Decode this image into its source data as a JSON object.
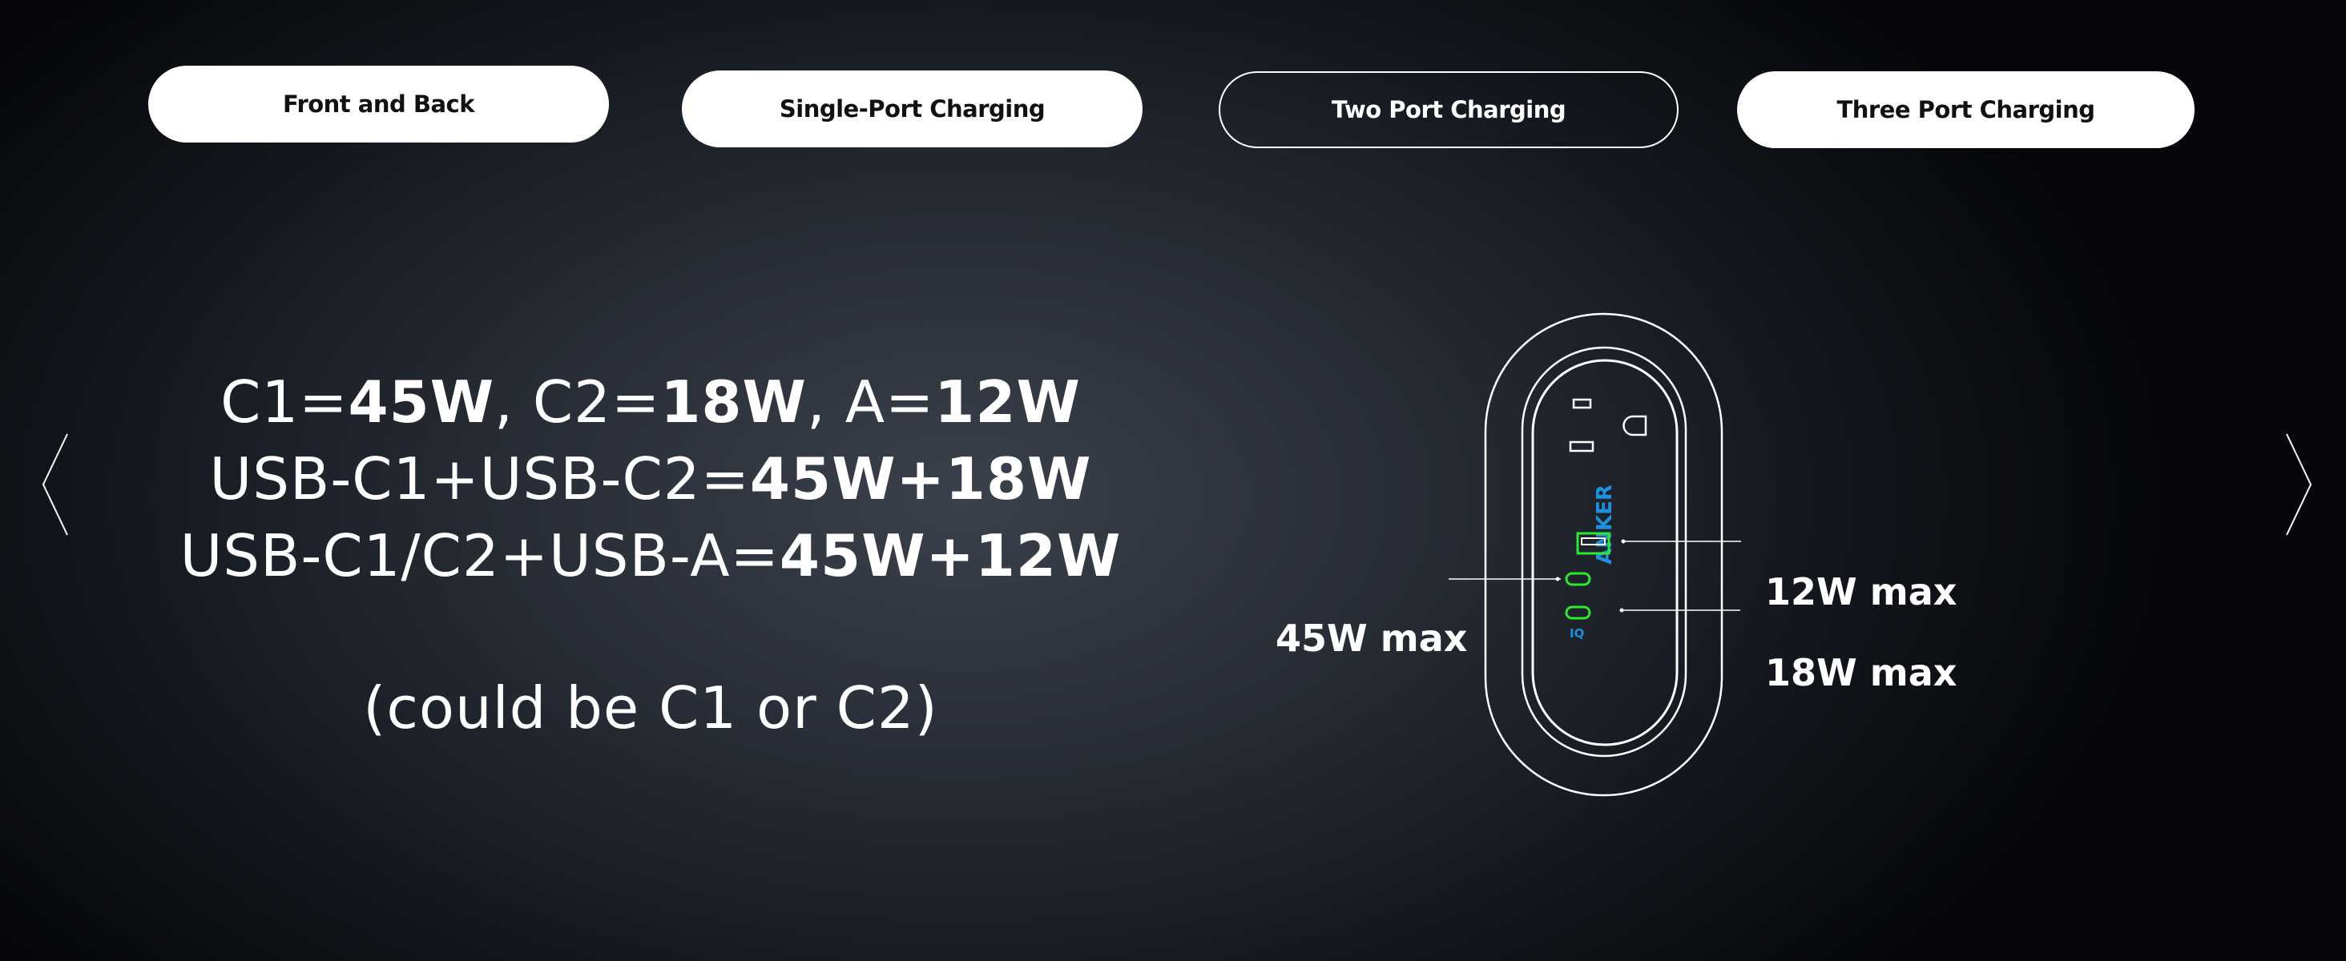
{
  "tabs": [
    {
      "label": "Front and Back",
      "active": false
    },
    {
      "label": "Single-Port Charging",
      "active": false
    },
    {
      "label": "Two Port Charging",
      "active": true
    },
    {
      "label": "Three Port Charging",
      "active": false
    }
  ],
  "content": {
    "line1": {
      "p1": "C1=",
      "b1": "45W",
      "p2": ", C2=",
      "b2": "18W",
      "p3": ", A=",
      "b3": "12W"
    },
    "line2": {
      "p1": "USB-C1+USB-C2=",
      "b1": "45W+18W"
    },
    "line3": {
      "p1": "USB-C1/C2+USB-A=",
      "b1": "45W+12W"
    },
    "note": "(could be C1 or C2)"
  },
  "device": {
    "brand": "ANKER",
    "tech_badge": "IQ",
    "labels": {
      "usb_a": "12W max",
      "usb_c1": "45W max",
      "usb_c2": "18W max"
    },
    "colors": {
      "port_highlight": "#2ee82e",
      "brand": "#1e90e0"
    }
  },
  "nav": {
    "prev": "previous-slide",
    "next": "next-slide"
  }
}
